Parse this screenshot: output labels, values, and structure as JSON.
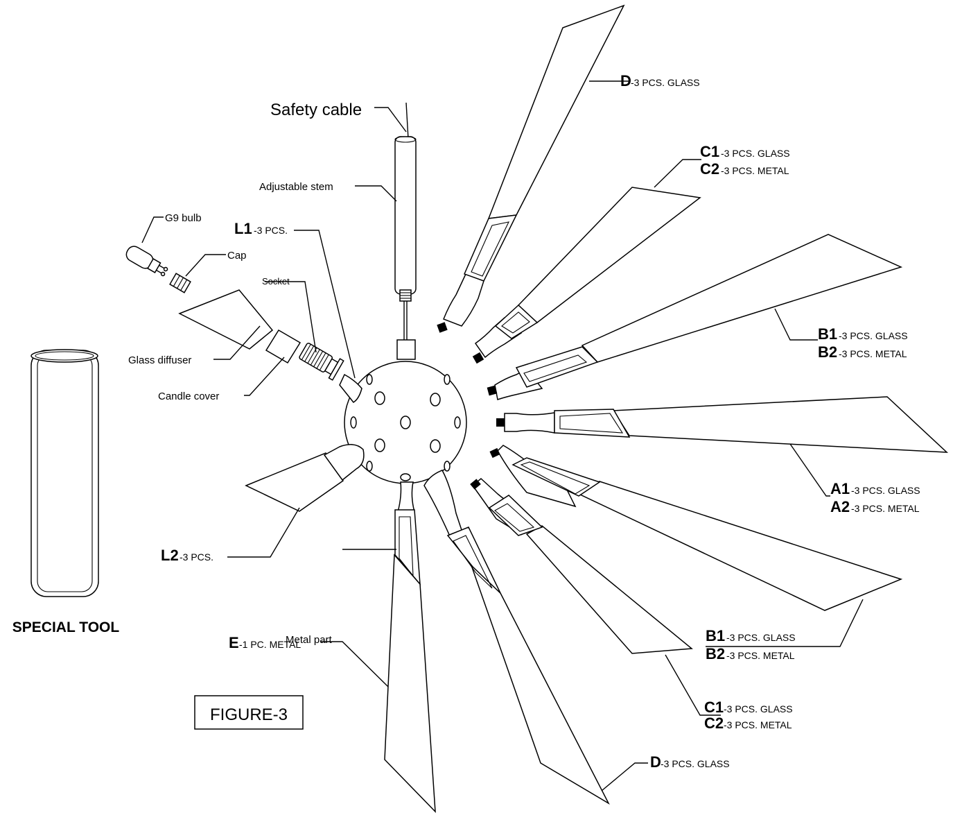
{
  "labels": {
    "safety_cable": "Safety cable",
    "adjustable_stem": "Adjustable stem",
    "g9_bulb": "G9 bulb",
    "cap": "Cap",
    "socket": "Socket",
    "glass_diffuser": "Glass diffuser",
    "candle_cover": "Candle cover",
    "metal_part": "Metal part",
    "special_tool": "SPECIAL TOOL",
    "figure": "FIGURE-3"
  },
  "callouts": {
    "l1": {
      "code": "L1",
      "desc": "-3 PCS."
    },
    "l2": {
      "code": "L2",
      "desc": "-3 PCS."
    },
    "e": {
      "code": "E",
      "desc": "-1 PC. METAL"
    },
    "d_top": {
      "code": "D",
      "desc": "-3 PCS. GLASS"
    },
    "c_top": {
      "code1": "C1",
      "desc1": "-3 PCS. GLASS",
      "code2": "C2",
      "desc2": "-3 PCS. METAL"
    },
    "b_top": {
      "code1": "B1",
      "desc1": "-3 PCS. GLASS",
      "code2": "B2",
      "desc2": "-3 PCS. METAL"
    },
    "a": {
      "code1": "A1",
      "desc1": "-3 PCS. GLASS",
      "code2": "A2",
      "desc2": "-3 PCS. METAL"
    },
    "b_bottom": {
      "code1": "B1",
      "desc1": "-3 PCS. GLASS",
      "code2": "B2",
      "desc2": "-3 PCS. METAL"
    },
    "c_bottom": {
      "code1": "C1",
      "desc1": "-3 PCS. GLASS",
      "code2": "C2",
      "desc2": "-3 PCS. METAL"
    },
    "d_bottom": {
      "code": "D",
      "desc": "-3 PCS. GLASS"
    }
  }
}
